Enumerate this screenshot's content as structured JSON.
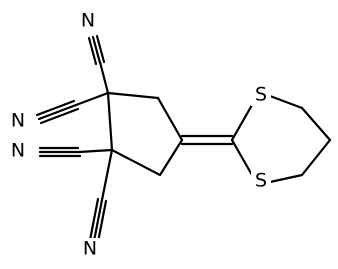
{
  "molecule": {
    "atoms": {
      "n1": "N",
      "n2": "N",
      "n3": "N",
      "n4": "N",
      "s1": "S",
      "s2": "S"
    },
    "colors": {
      "background": "#ffffff",
      "bond": "#000000",
      "label": "#000000"
    }
  }
}
